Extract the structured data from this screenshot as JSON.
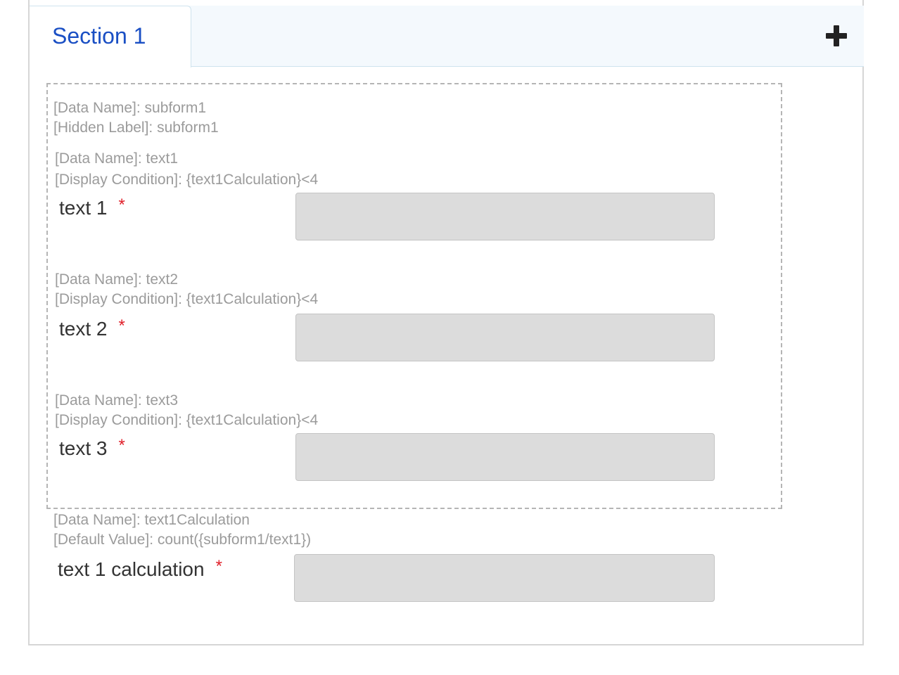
{
  "tabs": {
    "active_label": "Section 1",
    "add_icon": "plus-icon"
  },
  "subform": {
    "data_name": "[Data Name]: subform1",
    "hidden_label": "[Hidden Label]: subform1",
    "fields": [
      {
        "data_name": "[Data Name]: text1",
        "display_condition": "[Display Condition]: {text1Calculation}<4",
        "label": "text 1",
        "required": "*",
        "value": ""
      },
      {
        "data_name": "[Data Name]: text2",
        "display_condition": "[Display Condition]: {text1Calculation}<4",
        "label": "text 2",
        "required": "*",
        "value": ""
      },
      {
        "data_name": "[Data Name]: text3",
        "display_condition": "[Display Condition]: {text1Calculation}<4",
        "label": "text 3",
        "required": "*",
        "value": ""
      }
    ]
  },
  "calculation": {
    "data_name": "[Data Name]: text1Calculation",
    "default_value": "[Default Value]: count({subform1/text1})",
    "label": "text 1 calculation",
    "required": "*",
    "value": ""
  },
  "colors": {
    "tab_text": "#1a4fc4",
    "required": "#e0202a",
    "meta_text": "#9b9b9b",
    "input_bg": "#dcdcdc"
  }
}
